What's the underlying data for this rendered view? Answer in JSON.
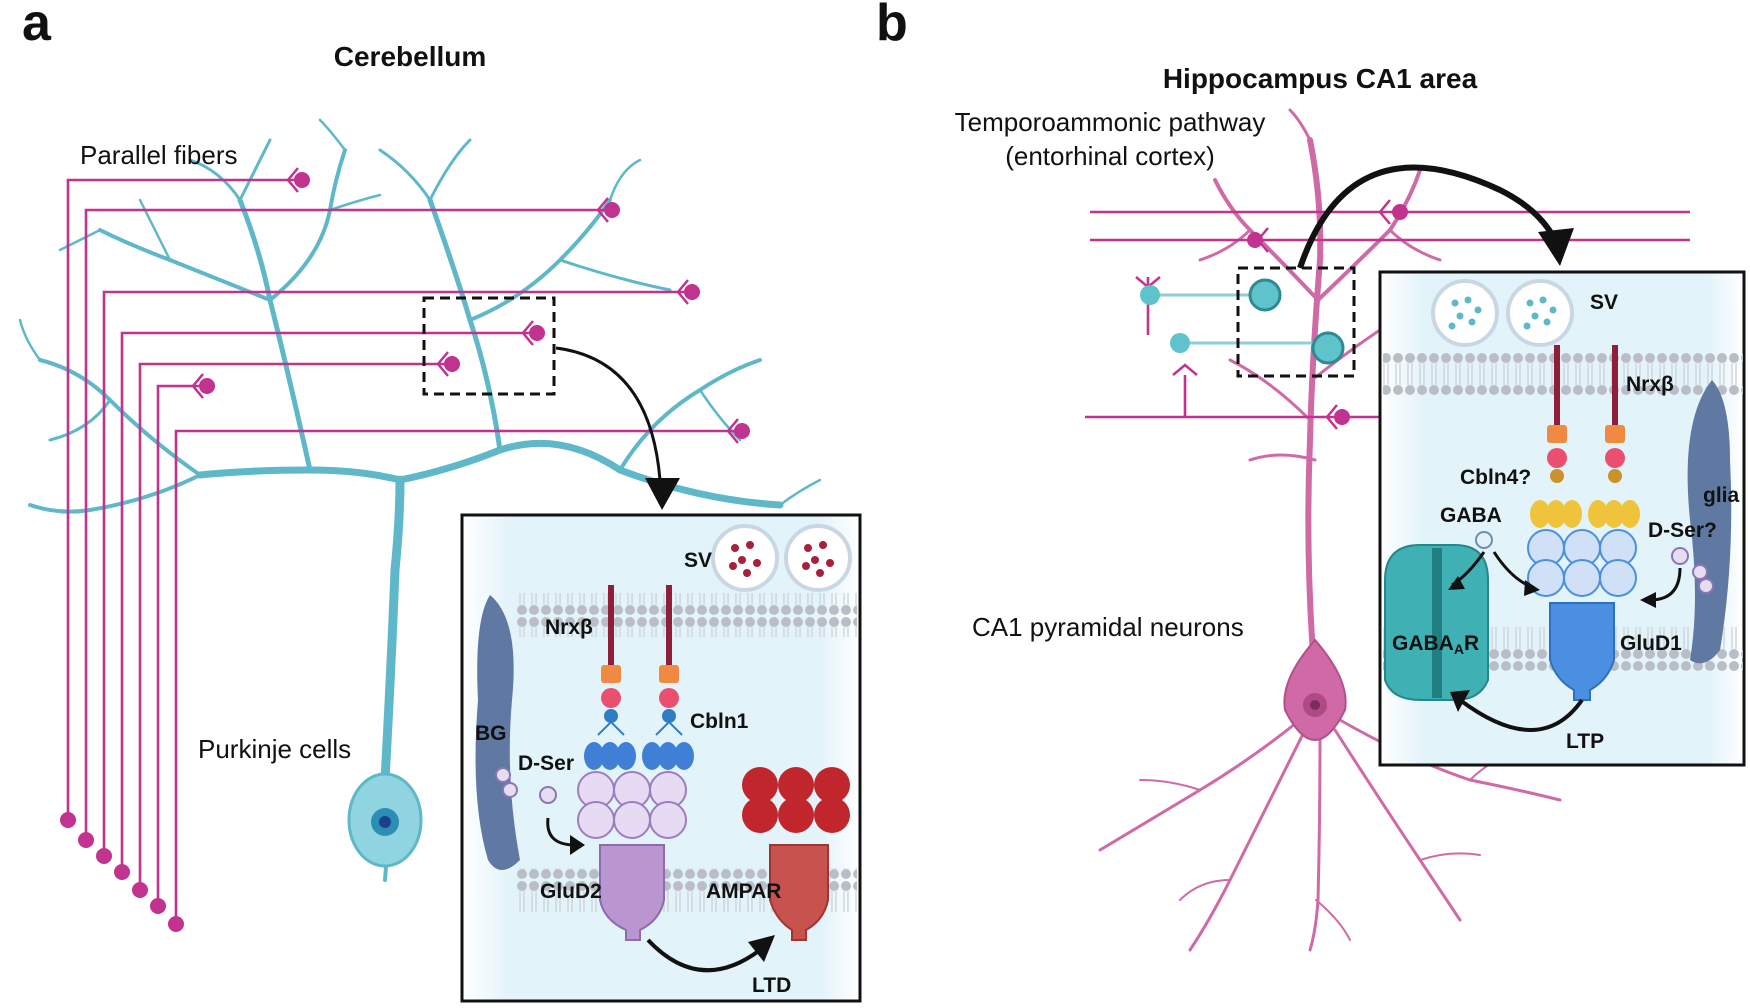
{
  "panel_a": {
    "letter": "a",
    "title": "Cerebellum",
    "parallel_fibers": "Parallel fibers",
    "purkinje_cells": "Purkinje cells",
    "inset": {
      "sv": "SV",
      "nrx": "Nrxβ",
      "cbln": "Cbln1",
      "bg": "BG",
      "dser": "D-Ser",
      "glud": "GluD2",
      "ampar": "AMPAR",
      "ltd": "LTD"
    }
  },
  "panel_b": {
    "letter": "b",
    "title": "Hippocampus CA1 area",
    "pathway_line1": "Temporoammonic pathway",
    "pathway_line2": "(entorhinal cortex)",
    "ca1": "CA1 pyramidal neurons",
    "inset": {
      "sv": "SV",
      "nrx": "Nrxβ",
      "cbln": "Cbln4?",
      "gaba": "GABA",
      "dser": "D-Ser?",
      "glia": "glia",
      "gabaar_main": "GABA",
      "gabaar_sub": "A",
      "gabaar_end": "R",
      "glud": "GluD1",
      "ltp": "LTP"
    }
  },
  "colors": {
    "purkinje": "#5fb8c9",
    "fiber": "#c2338f",
    "pyramidal": "#cf6aa6",
    "glud2": "#b996cf",
    "ampar": "#c43a3a",
    "glud1": "#4a8fe0",
    "gabaar": "#3fb0b4",
    "glia": "#5f79a3"
  }
}
